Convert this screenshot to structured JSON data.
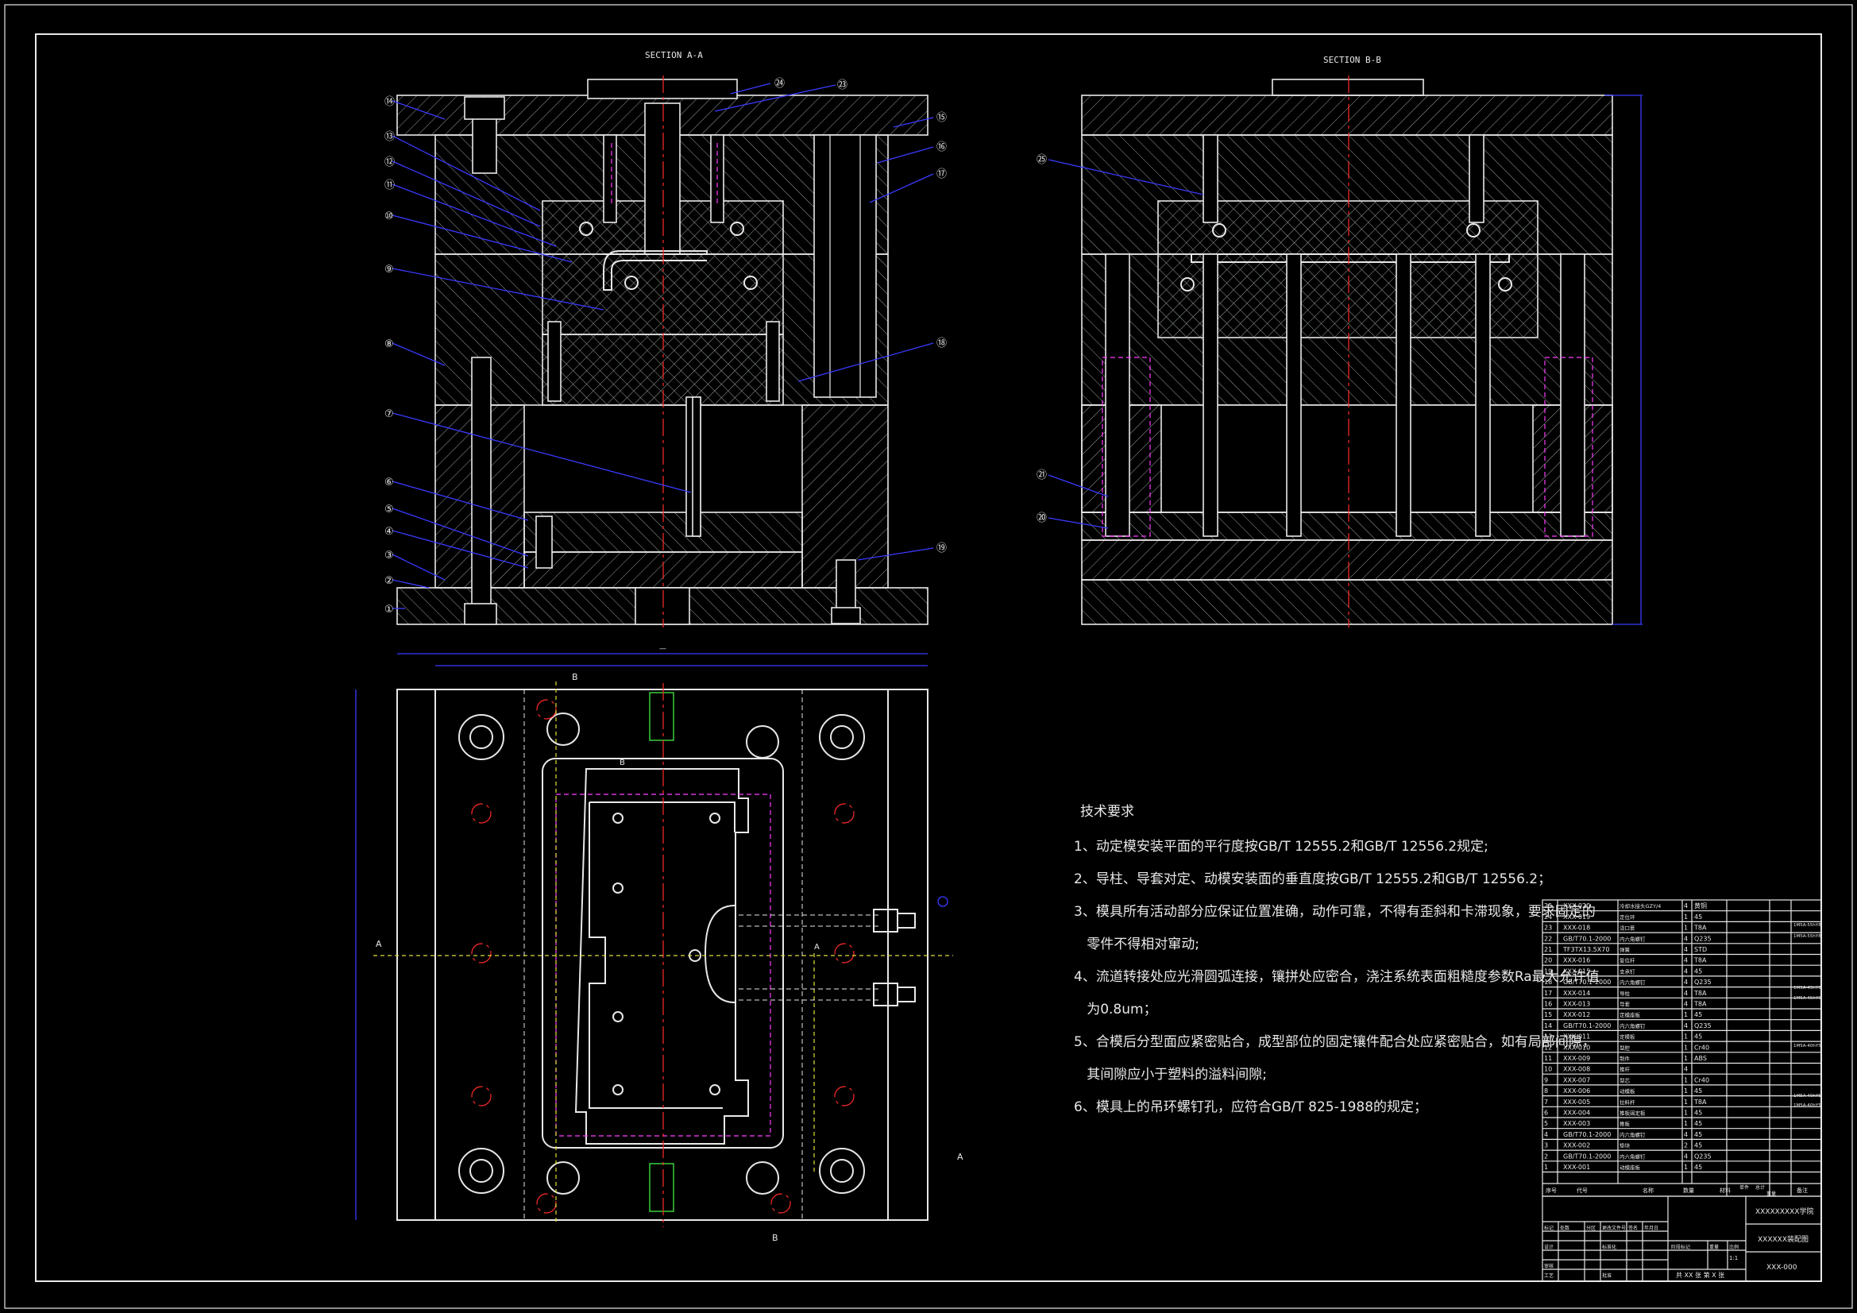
{
  "sheet": {
    "section_a_title": "SECTION A-A",
    "section_b_title": "SECTION B-B"
  },
  "balloons_a": [
    "⑭",
    "⑬",
    "⑫",
    "⑪",
    "⑩",
    "⑨",
    "⑧",
    "⑦",
    "⑥",
    "⑤",
    "④",
    "③",
    "②",
    "①",
    "㉔",
    "㉓",
    "⑮",
    "⑯",
    "⑰",
    "⑱",
    "⑲"
  ],
  "balloons_b": [
    "㉕",
    "㉑",
    "⑳"
  ],
  "section_marks": {
    "b_top": "B",
    "b_bottom": "B",
    "a_left": "A",
    "a_right": "A",
    "b_inner": "B",
    "a_inner": "A"
  },
  "tech_requirements": {
    "heading": "技术要求",
    "lines": [
      "1、动定模安装平面的平行度按GB/T 12555.2和GB/T 12556.2规定;",
      "2、导柱、导套对定、动模安装面的垂直度按GB/T 12555.2和GB/T 12556.2；",
      "3、模具所有活动部分应保证位置准确，动作可靠，不得有歪斜和卡滞现象，要求固定的",
      "   零件不得相对窜动;",
      "4、流道转接处应光滑圆弧连接，镶拼处应密合，浇注系统表面粗糙度参数Ra最大允许值",
      "   为0.8um；",
      "5、合模后分型面应紧密贴合，成型部位的固定镶件配合处应紧密贴合，如有局部间隙，",
      "   其间隙应小于塑料的溢料间隙;",
      "6、模具上的吊环螺钉孔，应符合GB/T 825-1988的规定；"
    ]
  },
  "bom": {
    "rows": [
      [
        "25",
        "XXX-020",
        "冷却水接头GZY/4",
        "4",
        "黄铜"
      ],
      [
        "24",
        "XXX-019",
        "定位环",
        "1",
        "45"
      ],
      [
        "23",
        "XXX-018",
        "浇口套",
        "1",
        "T8A"
      ],
      [
        "22",
        "GB/T70.1-2000",
        "内六角螺钉",
        "4",
        "Q235"
      ],
      [
        "21",
        "TF3TX13.5X70",
        "弹簧",
        "4",
        "STD"
      ],
      [
        "20",
        "XXX-016",
        "复位杆",
        "4",
        "T8A"
      ],
      [
        "19",
        "XXX-015",
        "支承钉",
        "4",
        "45"
      ],
      [
        "18",
        "GB/T70.1-2000",
        "内六角螺钉",
        "4",
        "Q235"
      ],
      [
        "17",
        "XXX-014",
        "导柱",
        "4",
        "T8A"
      ],
      [
        "16",
        "XXX-013",
        "导套",
        "4",
        "T8A"
      ],
      [
        "15",
        "XXX-012",
        "定模座板",
        "1",
        "45"
      ],
      [
        "14",
        "GB/T70.1-2000",
        "内六角螺钉",
        "4",
        "Q235"
      ],
      [
        "13",
        "XXX-011",
        "定模板",
        "1",
        "45"
      ],
      [
        "12",
        "XXX-010",
        "型腔",
        "1",
        "Cr40"
      ],
      [
        "11",
        "XXX-009",
        "制件",
        "1",
        "ABS"
      ],
      [
        "10",
        "XXX-008",
        "推杆",
        "4",
        ""
      ],
      [
        "9",
        "XXX-007",
        "型芯",
        "1",
        "Cr40"
      ],
      [
        "8",
        "XXX-006",
        "动模板",
        "1",
        "45"
      ],
      [
        "7",
        "XXX-005",
        "拉料杆",
        "1",
        "T8A"
      ],
      [
        "6",
        "XXX-004",
        "推板固定板",
        "1",
        "45"
      ],
      [
        "5",
        "XXX-003",
        "推板",
        "1",
        "45"
      ],
      [
        "4",
        "GB/T70.1-2000",
        "内六角螺钉",
        "4",
        "45"
      ],
      [
        "3",
        "XXX-002",
        "垫块",
        "2",
        "45"
      ],
      [
        "2",
        "GB/T70.1-2000",
        "内六角螺钉",
        "4",
        "Q235"
      ],
      [
        "1",
        "XXX-001",
        "动模座板",
        "1",
        "45"
      ]
    ],
    "side_notes": [
      "1M5A-55hY8",
      "1M5A-55hY8",
      "1M5A-45hY6",
      "1M5A-45hY6",
      "1M5A-40hY5",
      "1M5A-40hY5",
      "1M5A-40hY5"
    ],
    "header": [
      "序号",
      "代号",
      "名称",
      "数量",
      "材料",
      "单件",
      "总计",
      "重量",
      "备注"
    ]
  },
  "title_block": {
    "school": "XXXXXXXXX学院",
    "drawing_name": "XXXXXX装配图",
    "drawing_no": "XXX-000",
    "sheets": "共 XX 张  第 X 张",
    "labels": [
      "标记",
      "处数",
      "分区",
      "更改文件号",
      "签名",
      "年月日",
      "设计",
      "标准化",
      "阶段标记",
      "重量",
      "比例",
      "审核",
      "工艺",
      "批准"
    ],
    "scale": "1:1"
  }
}
